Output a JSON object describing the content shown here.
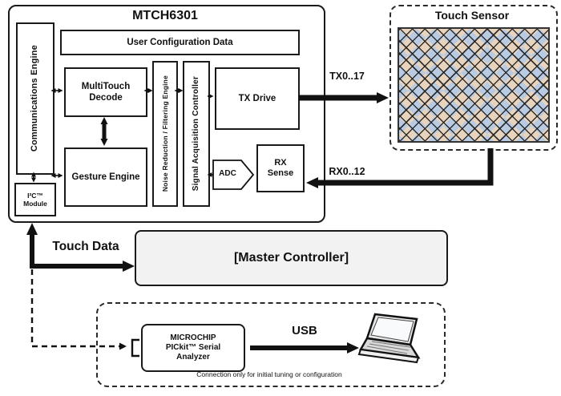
{
  "diagram": {
    "mtch": {
      "title": "MTCH6301",
      "user_config_label": "User Configuration Data",
      "comm_engine_label": "Communications Engine",
      "multitouch_label": "MultiTouch Decode",
      "gesture_label": "Gesture Engine",
      "noise_label": "Noise Reduction / Filtering Engine",
      "sac_label": "Signal Acquisition Controller",
      "tx_drive_label": "TX Drive",
      "adc_label": "ADC",
      "rx_sense_label": "RX Sense",
      "i2c_label": "I²C™ Module"
    },
    "touch_sensor": {
      "title": "Touch Sensor"
    },
    "signals": {
      "tx_label": "TX0..17",
      "rx_label": "RX0..12",
      "touch_data_label": "Touch Data",
      "usb_label": "USB"
    },
    "master_controller": {
      "title": "[Master Controller]"
    },
    "pickit": {
      "lines": [
        "MICROCHIP",
        "PICkit™ Serial",
        "Analyzer"
      ]
    },
    "footnote": "Connection only for initial tuning or configuration",
    "colors": {
      "sensor_blue": "#b9cbe3",
      "sensor_tan": "#e8d3bd",
      "controller_fill": "#f2f2f2",
      "line": "#111111"
    }
  }
}
